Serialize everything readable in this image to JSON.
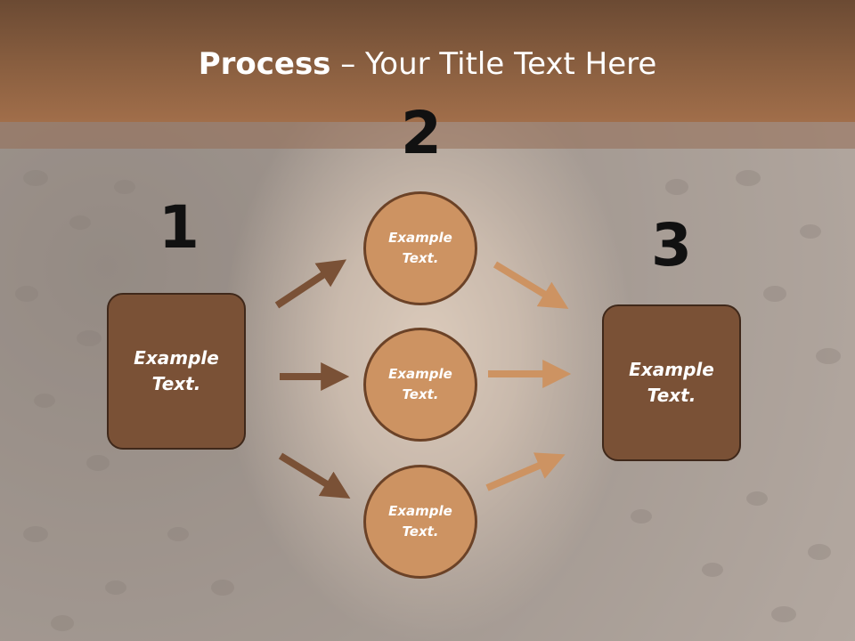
{
  "slide": {
    "title_bold": "Process",
    "title_rest": " – Your Title Text Here"
  },
  "colors": {
    "header": "#8a5f40",
    "box_fill": "#7a5136",
    "circle_fill": "#cd9362",
    "arrow_dark": "#7a5136",
    "arrow_light": "#cd9362"
  },
  "steps": [
    {
      "number": "1",
      "text_line1": "Example",
      "text_line2": "Text."
    },
    {
      "number": "2"
    },
    {
      "number": "3",
      "text_line1": "Example",
      "text_line2": "Text."
    }
  ],
  "circles": [
    {
      "text_line1": "Example",
      "text_line2": "Text."
    },
    {
      "text_line1": "Example",
      "text_line2": "Text."
    },
    {
      "text_line1": "Example",
      "text_line2": "Text."
    }
  ]
}
